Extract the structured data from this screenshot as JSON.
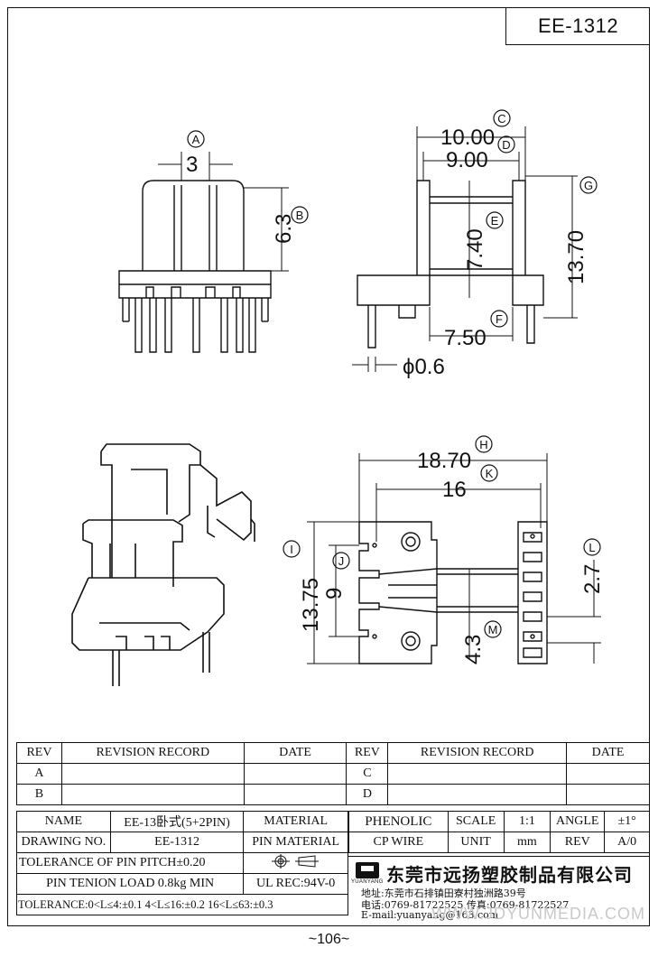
{
  "drawing_number": "EE-1312",
  "page_number": "~106~",
  "dimensions": {
    "A": "3",
    "B": "6.3",
    "C": "10.00",
    "D": "9.00",
    "E": "7.40",
    "F": "7.50",
    "G": "13.70",
    "pin_dia": "ϕ0.6",
    "H": "18.70",
    "K": "16",
    "I": "13.75",
    "J": "9",
    "L": "2.7",
    "M": "4.3"
  },
  "callouts": [
    "A",
    "B",
    "C",
    "D",
    "E",
    "F",
    "G",
    "H",
    "K",
    "I",
    "J",
    "L",
    "M"
  ],
  "revision_table": {
    "headers": [
      "REV",
      "REVISION RECORD",
      "DATE",
      "REV",
      "REVISION RECORD",
      "DATE"
    ],
    "rows": [
      [
        "A",
        "",
        "",
        "C",
        "",
        ""
      ],
      [
        "B",
        "",
        "",
        "D",
        "",
        ""
      ]
    ]
  },
  "title_block": {
    "name_label": "NAME",
    "name_value": "EE-13卧式(5+2PIN)",
    "material_label": "MATERIAL",
    "material_value": "PHENOLIC",
    "scale_label": "SCALE",
    "scale_value": "1:1",
    "angle_label": "ANGLE",
    "angle_value": "±1°",
    "drawing_no_label": "DRAWING NO.",
    "drawing_no_value": "EE-1312",
    "pin_material_label": "PIN MATERIAL",
    "pin_material_value": "CP WIRE",
    "unit_label": "UNIT",
    "unit_value": "mm",
    "rev_label": "REV",
    "rev_value": "A/0",
    "pitch_tolerance": "TOLERANCE OF PIN PITCH±0.20",
    "pin_tension": "PIN TENION LOAD 0.8kg MIN",
    "ul_rec": "UL REC:94V-0",
    "tolerance": "TOLERANCE:0<L≤4:±0.1  4<L≤16:±0.2  16<L≤63:±0.3"
  },
  "company": {
    "logo_text": "YUANYANG",
    "name": "东莞市远扬塑胶制品有限公司",
    "address": "地址:东莞市石排镇田寮村独洲路39号",
    "phone": "电话:0769-81722525    传真:0769-81722527",
    "email": "E-mail:yuanyang@163.com"
  },
  "watermark": "WWW.JDYUNMEDIA.COM"
}
